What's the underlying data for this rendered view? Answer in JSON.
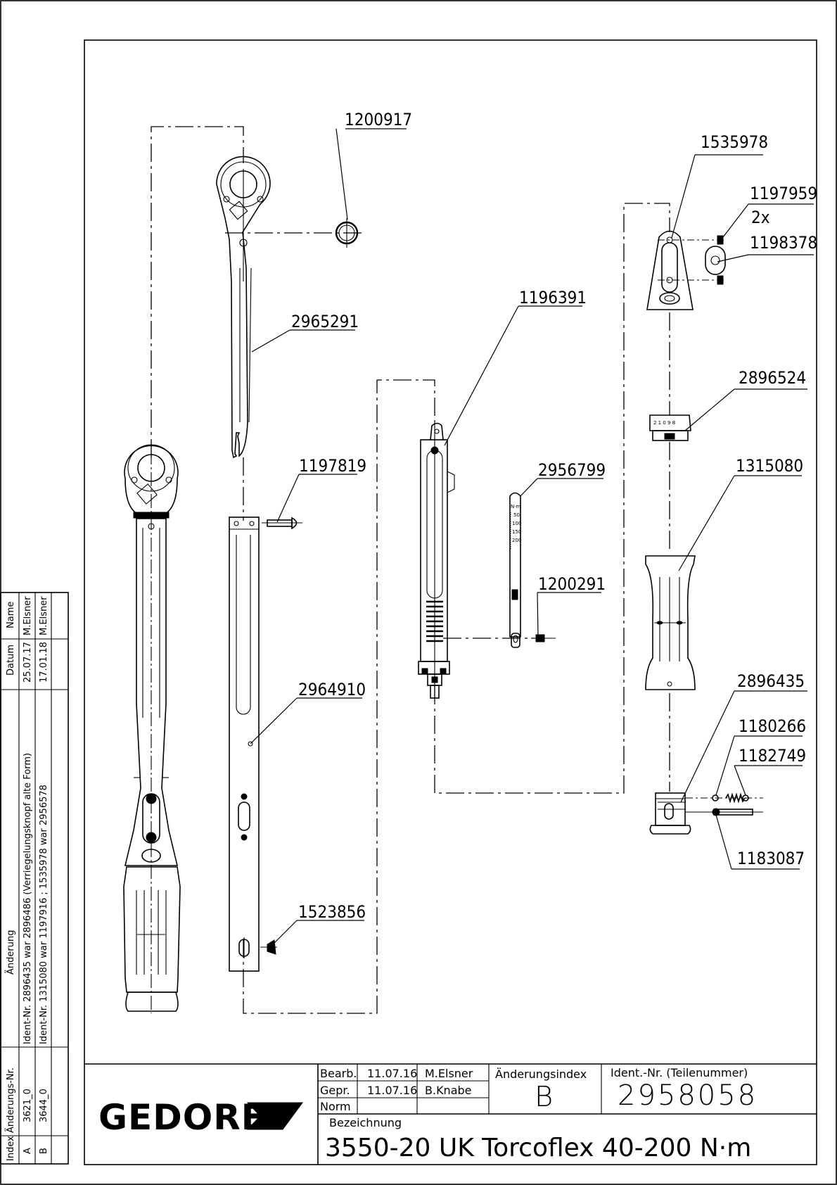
{
  "part_labels": {
    "p1200917": "1200917",
    "p2965291": "2965291",
    "p1197819": "1197819",
    "p2964910": "2964910",
    "p1523856": "1523856",
    "p1196391": "1196391",
    "p2956799": "2956799",
    "p1200291": "1200291",
    "p1535978": "1535978",
    "p1197959": "1197959",
    "p1197959_qty": "2x",
    "p1198378": "1198378",
    "p2896524": "2896524",
    "p1315080": "1315080",
    "p2896435": "2896435",
    "p1180266": "1180266",
    "p1182749": "1182749",
    "p1183087": "1183087"
  },
  "scale_marks": {
    "unit": "N·m",
    "ticks": [
      "50",
      "100",
      "150",
      "200"
    ]
  },
  "revision_table": {
    "headers": {
      "index": "Index",
      "change_no": "Änderungs-Nr.",
      "change": "Änderung",
      "date": "Datum",
      "name": "Name"
    },
    "rows": [
      {
        "index": "A",
        "change_no": "3621_0",
        "change": "Ident-Nr. 2896435 war 2896486 (Verriegelungsknopf alte Form)",
        "date": "25.07.17",
        "name": "M.Elsner"
      },
      {
        "index": "B",
        "change_no": "3644_0",
        "change": "Ident-Nr. 1315080 war 1197916 ; 1535978 war 2956578",
        "date": "17.01.18",
        "name": "M.Elsner"
      }
    ]
  },
  "title_block": {
    "logo": "GEDORE",
    "rows": [
      {
        "role": "Bearb.",
        "date": "11.07.16",
        "name": "M.Elsner"
      },
      {
        "role": "Gepr.",
        "date": "11.07.16",
        "name": "B.Knabe"
      },
      {
        "role": "Norm",
        "date": "",
        "name": ""
      }
    ],
    "change_index_label": "Änderungsindex",
    "change_index_value": "B",
    "ident_label": "Ident.-Nr.  (Teilenummer)",
    "ident_value": "2958058",
    "designation_label": "Bezeichnung",
    "designation_value": "3550-20 UK Torcoflex 40-200 N·m"
  }
}
